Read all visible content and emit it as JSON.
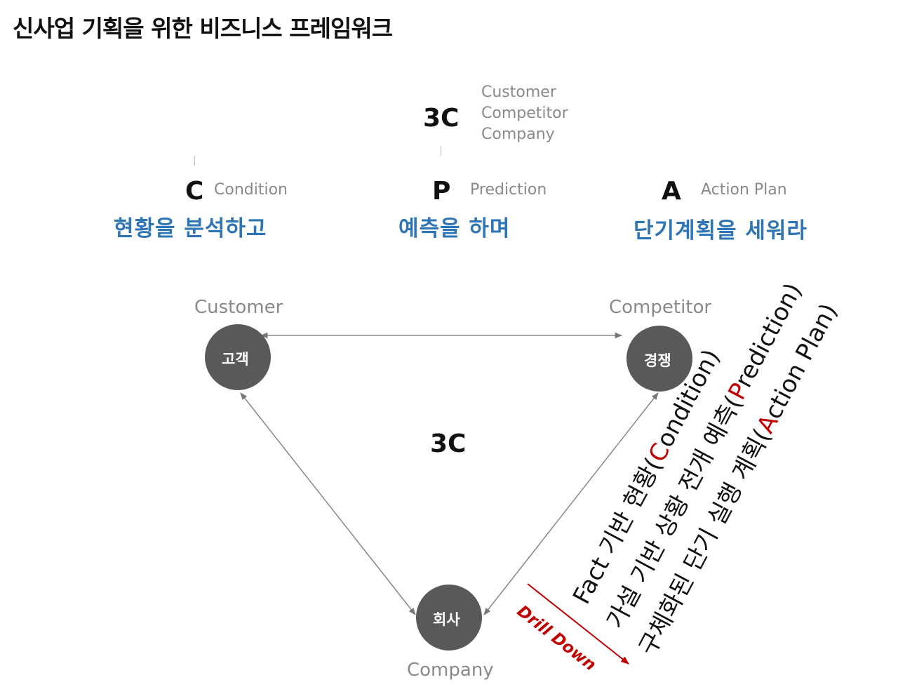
{
  "title": "신사업 기획을 위한 비즈니스 프레임워크",
  "top": {
    "label": "3C",
    "list": [
      "Customer",
      "Competitor",
      "Company"
    ]
  },
  "cpa": [
    {
      "letter": "C",
      "name": "Condition",
      "korean": "현황을 분석하고"
    },
    {
      "letter": "P",
      "name": "Prediction",
      "korean": "예측을 하며"
    },
    {
      "letter": "A",
      "name": "Action Plan",
      "korean": "단기계획을 세워라"
    }
  ],
  "triangle": {
    "center": "3C",
    "customer": {
      "label": "Customer",
      "node": "고객"
    },
    "competitor": {
      "label": "Competitor",
      "node": "경쟁"
    },
    "company": {
      "label": "Company",
      "node": "회사"
    }
  },
  "drill": {
    "lines": [
      {
        "pre": "Fact 기반 현황(",
        "accent": "C",
        "post": "ondition)"
      },
      {
        "pre": "가설 기반 상황 전개 예측(",
        "accent": "P",
        "post": "rediction)"
      },
      {
        "pre": "구체화된 단기 실행 계획(",
        "accent": "A",
        "post": "ction Plan)"
      }
    ],
    "label": "Drill Down"
  },
  "colors": {
    "blue": "#2e75b6",
    "red": "#c00000",
    "node": "#595959",
    "gray": "#8a8a8a"
  }
}
